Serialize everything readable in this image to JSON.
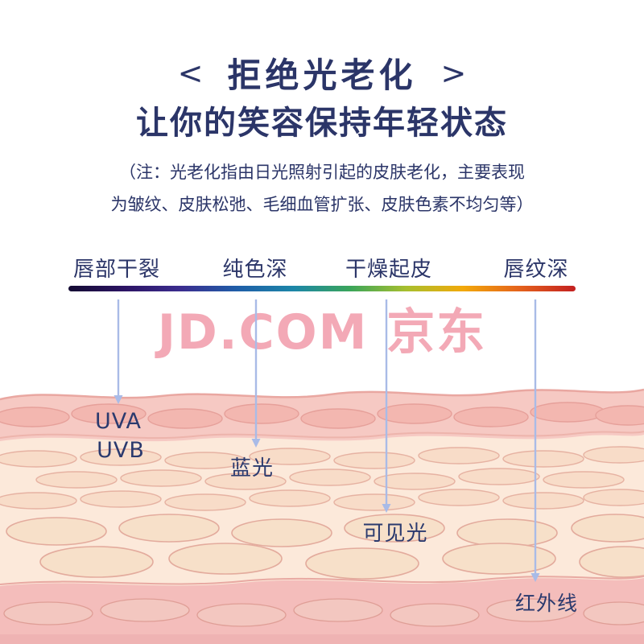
{
  "header": {
    "bracket_left": "<",
    "title": "拒绝光老化",
    "bracket_right": ">",
    "subtitle": "让你的笑容保持年轻状态",
    "note_line1": "（注：光老化指由日光照射引起的皮肤老化，主要表现",
    "note_line2": "为皱纹、皮肤松弛、毛细血管扩张、皮肤色素不均匀等）",
    "text_color": "#2b3568"
  },
  "spectrum": {
    "labels": [
      "唇部干裂",
      "纯色深",
      "干燥起皮",
      "唇纹深"
    ],
    "gradient_colors": [
      "#140b33",
      "#2c1464",
      "#3b2d8f",
      "#1f5ea8",
      "#1c86a8",
      "#3aa55a",
      "#a8bf2e",
      "#f2a90a",
      "#e4621c",
      "#c32020"
    ]
  },
  "watermark": {
    "text": "JD.COM 京东",
    "color": "#f2a2b0"
  },
  "rays": [
    {
      "id": "uv",
      "label_line1": "UVA",
      "label_line2": "UVB"
    },
    {
      "id": "blue-light",
      "label": "蓝光"
    },
    {
      "id": "visible-light",
      "label": "可见光"
    },
    {
      "id": "infrared",
      "label": "红外线"
    }
  ],
  "arrow_color": "#a9bbe7",
  "skin_colors": {
    "surface": "#f6c9c3",
    "surface_outline": "#e9a7a1",
    "inner_band": "#fce9da",
    "cell_fill": "#f8dcc8",
    "cell_stroke": "#e6b2a2",
    "bottom_band": "#f4bdbb"
  }
}
